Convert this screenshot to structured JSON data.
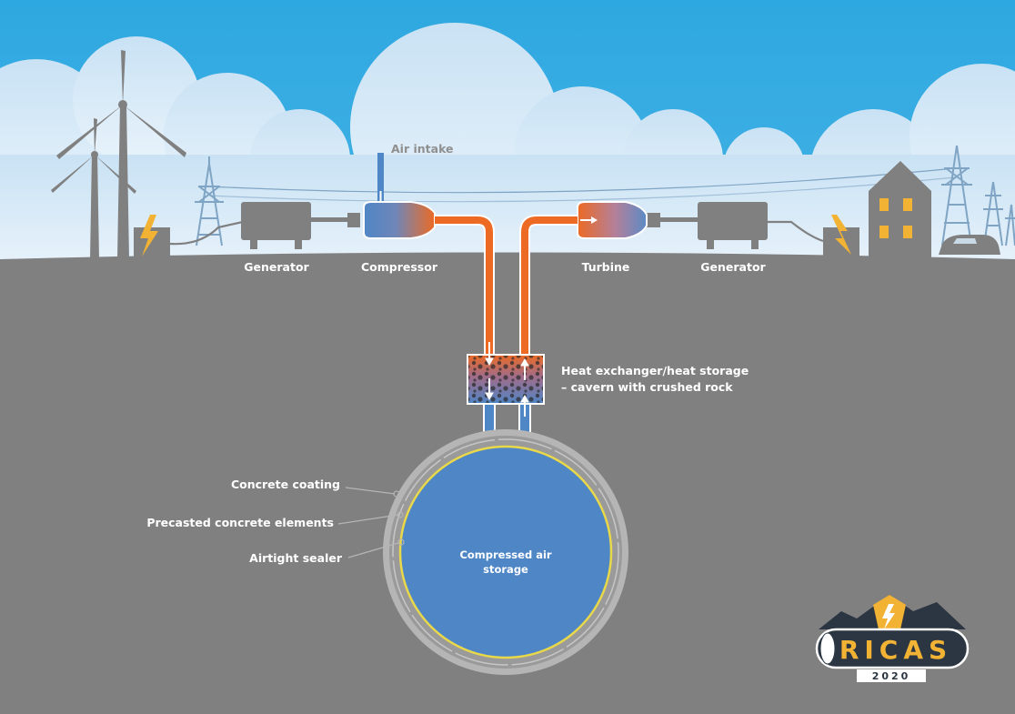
{
  "labels": {
    "air_intake": "Air intake",
    "generator_left": "Generator",
    "compressor": "Compressor",
    "turbine": "Turbine",
    "generator_right": "Generator",
    "heat_exchanger_line1": "Heat exchanger/heat storage",
    "heat_exchanger_line2": "– cavern with crushed rock",
    "concrete_coating": "Concrete coating",
    "precasted_elements": "Precasted concrete elements",
    "airtight_sealer": "Airtight sealer",
    "storage_line1": "Compressed air",
    "storage_line2": "storage"
  },
  "logo": {
    "name": "RICAS",
    "year": "2020"
  },
  "colors": {
    "sky": "#2ea8e0",
    "ground": "#808080",
    "hot_pipe": "#ec6a24",
    "cold_pipe": "#4f86c6",
    "storage": "#4f86c6",
    "sealer": "#e8d84a",
    "lightning": "#f2b233"
  }
}
